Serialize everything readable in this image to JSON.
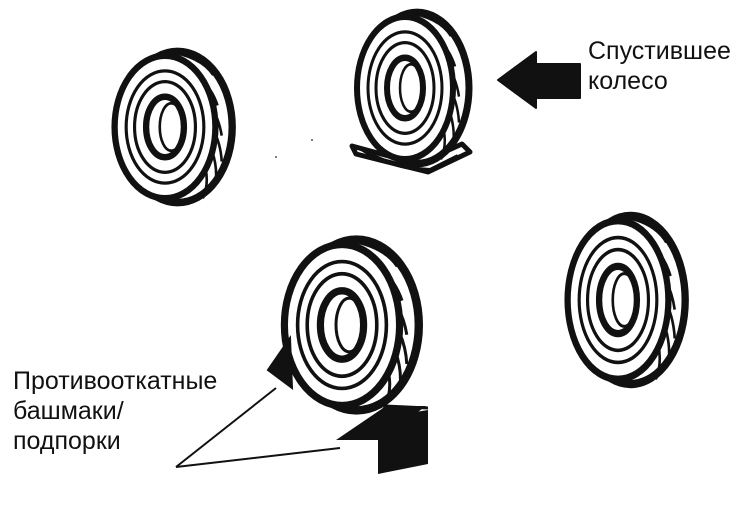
{
  "labels": {
    "flat_tire": [
      "Спустившее",
      "колесо"
    ],
    "wheel_chocks": [
      "Противооткатные",
      "башмаки/",
      "подпорки"
    ]
  },
  "icons": [
    "tire-icon",
    "flat-tire-icon",
    "arrow-icon",
    "wheel-chock-icon"
  ],
  "colors": {
    "ink": "#111111",
    "paper": "#ffffff"
  }
}
